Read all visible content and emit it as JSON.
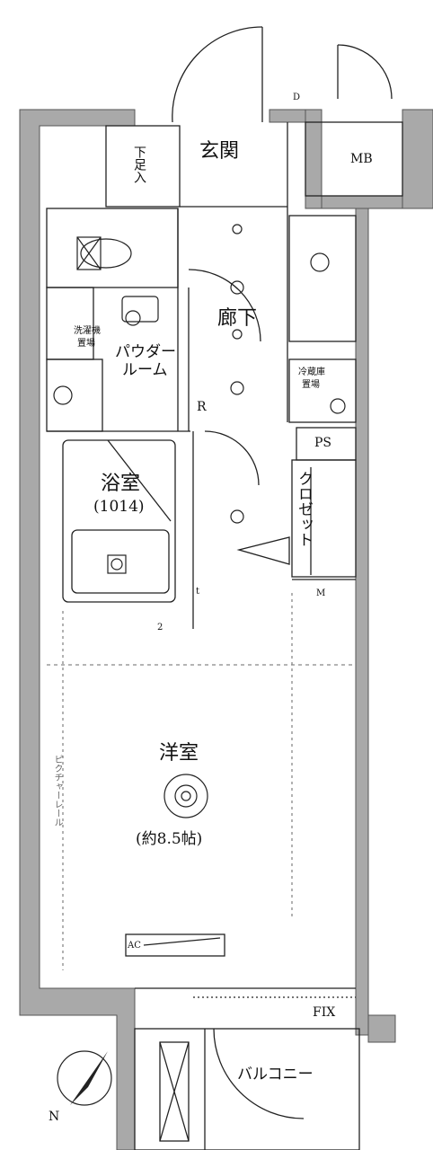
{
  "rooms": {
    "entrance": "玄関",
    "shoe_box": "下足入",
    "mb": "MB",
    "hallway": "廊下",
    "powder_room_line1": "パウダー",
    "powder_room_line2": "ルーム",
    "washer_line1": "洗濯機",
    "washer_line2": "置場",
    "fridge_line1": "冷蔵庫",
    "fridge_line2": "置場",
    "bathroom": "浴室",
    "bathroom_size": "(1014)",
    "ps": "PS",
    "closet": "クロゼット",
    "western_room": "洋室",
    "western_room_size": "(約8.5帖)",
    "balcony": "バルコニー",
    "picture_rail": "ピクチャーレール",
    "fix": "FIX"
  },
  "symbols": {
    "d": "D",
    "r": "R",
    "m": "M",
    "t": "t",
    "ac": "AC",
    "outlet_count": "2"
  },
  "compass": {
    "north": "N"
  }
}
